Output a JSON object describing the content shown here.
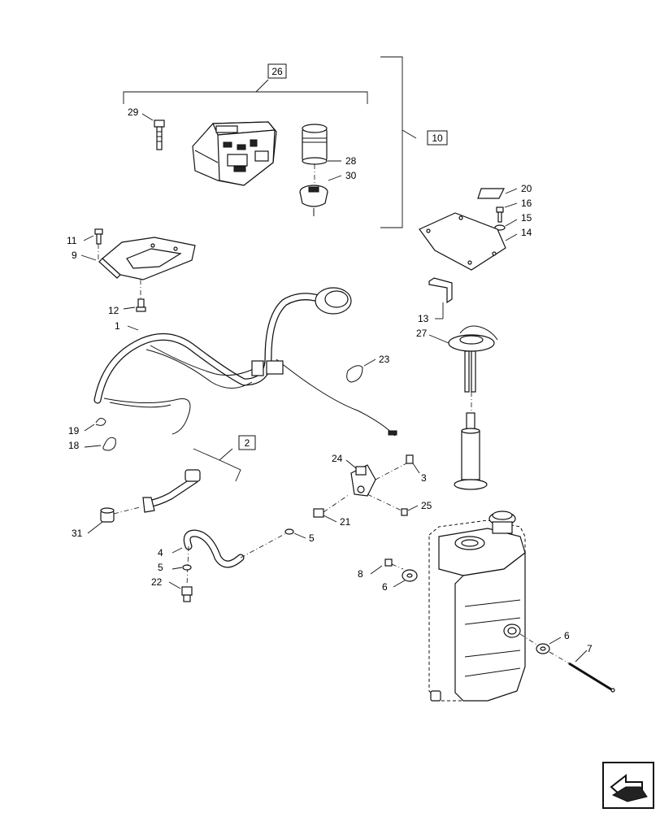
{
  "callouts": {
    "c1": "1",
    "c2": "2",
    "c3": "3",
    "c4": "4",
    "c5a": "5",
    "c5b": "5",
    "c6a": "6",
    "c6b": "6",
    "c7": "7",
    "c8": "8",
    "c9": "9",
    "c10": "10",
    "c11": "11",
    "c12": "12",
    "c13": "13",
    "c14": "14",
    "c15": "15",
    "c16": "16",
    "c18": "18",
    "c19": "19",
    "c20": "20",
    "c21": "21",
    "c22": "22",
    "c23": "23",
    "c24": "24",
    "c25": "25",
    "c26": "26",
    "c27": "27",
    "c28": "28",
    "c29": "29",
    "c30": "30",
    "c31": "31"
  },
  "icons": {
    "nav": "arrow-navigation-icon"
  }
}
